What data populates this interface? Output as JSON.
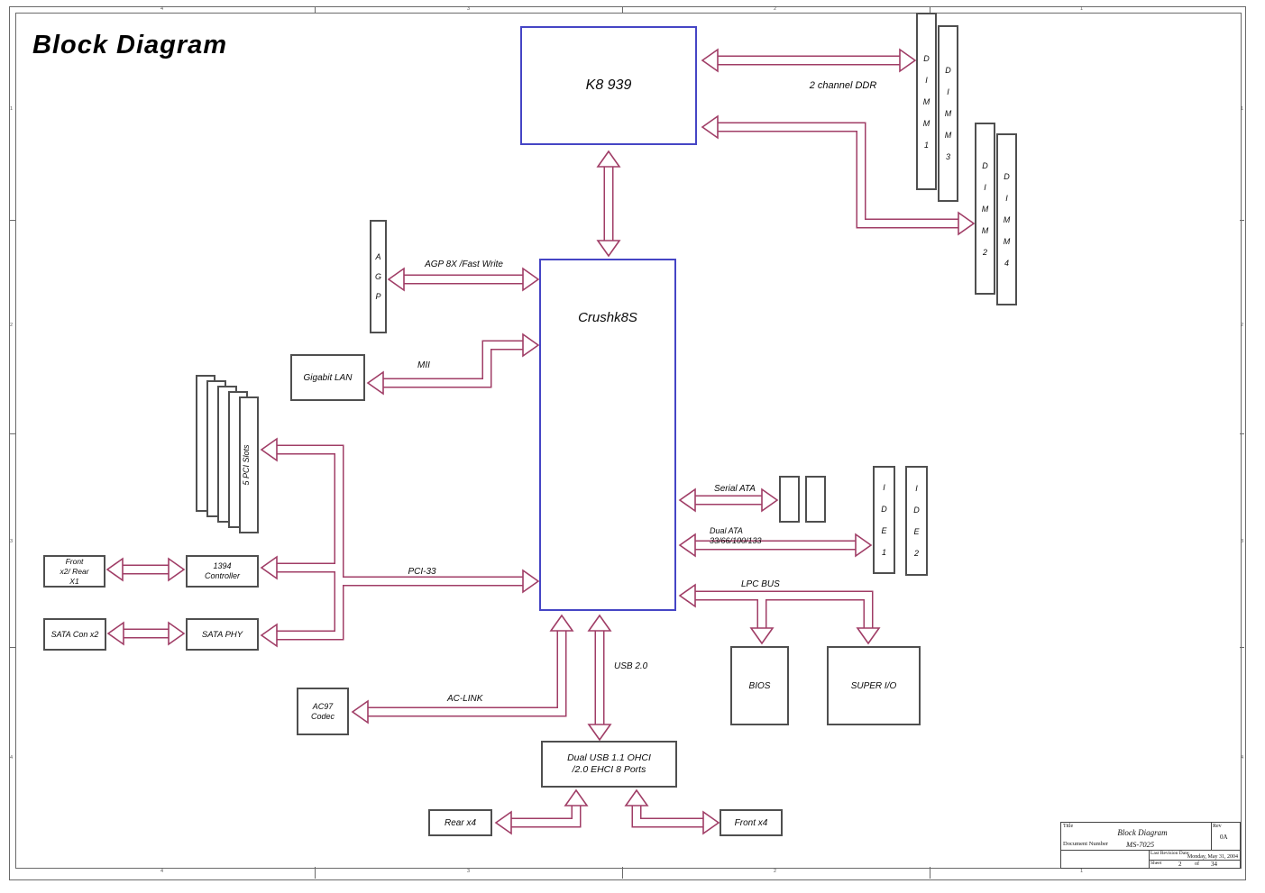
{
  "page": {
    "title": "Block Diagram"
  },
  "colors": {
    "arrow": "#a03d66",
    "chip_border": "#4545c5",
    "box_border": "#4f4f4f"
  },
  "blocks": {
    "k8": "K8 939",
    "chipset": "Crushk8S",
    "dimm1": "D\nI\nM\nM\n1",
    "dimm3": "D\nI\nM\nM\n3",
    "dimm2": "D\nI\nM\nM\n2",
    "dimm4": "D\nI\nM\nM\n4",
    "agp": "A\nG\nP",
    "lan": "Gigabit LAN",
    "pci_slots": "5 PCI Slots",
    "front_1394": "Front\nx2/ Rear\nX1",
    "controller_1394": "1394\nController",
    "sata_con": "SATA Con x2",
    "sata_phy": "SATA PHY",
    "ide1": "I\nD\nE\n1",
    "ide2": "I\nD\nE\n2",
    "bios": "BIOS",
    "super_io": "SUPER I/O",
    "ac97": "AC97\nCodec",
    "dual_usb": "Dual USB 1.1 OHCI\n/2.0 EHCI  8 Ports",
    "rear_x4": "Rear x4",
    "front_x4": "Front x4"
  },
  "bus_labels": {
    "ddr": "2 channel DDR",
    "agp": "AGP 8X /Fast Write",
    "mii": "MII",
    "pci33": "PCI-33",
    "serial_ata": "Serial ATA",
    "dual_ata": "Dual ATA\n33/66/100/133",
    "lpc": "LPC BUS",
    "usb": "USB 2.0",
    "aclink": "AC-LINK"
  },
  "title_block": {
    "title_label": "Title",
    "title": "Block Diagram",
    "doc_label": "Document Number",
    "doc_number": "MS-7025",
    "rev_label": "Rev",
    "rev": "0A",
    "date_label": "Last Revision Date:",
    "date": "Monday, May 31, 2004",
    "sheet_label": "Sheet",
    "sheet": "2",
    "of": "of",
    "total": "34"
  },
  "frame": {
    "zones_h": [
      "4",
      "3",
      "2",
      "1"
    ],
    "zones_v": [
      "1",
      "2",
      "3",
      "4"
    ]
  }
}
